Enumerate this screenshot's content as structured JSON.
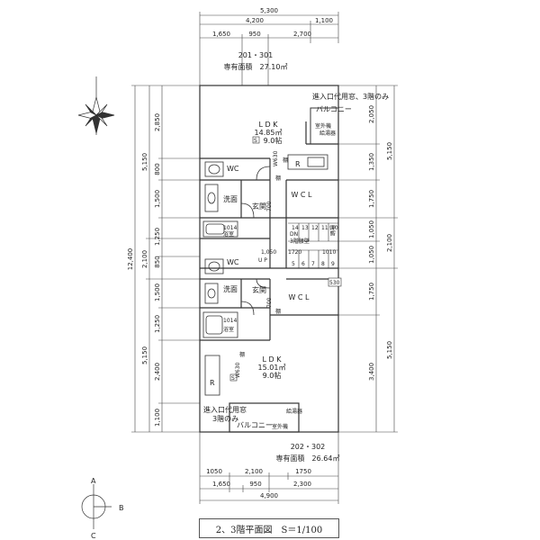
{
  "title": "2、3階平面図　S＝1/100",
  "compass": {
    "a": "A",
    "b": "B",
    "c": "C"
  },
  "dimensions": {
    "top_total": "5,300",
    "top_row2_a": "4,200",
    "top_row2_b": "1,100",
    "top_row3_a": "1,650",
    "top_row3_b": "950",
    "top_row3_c": "2,700",
    "bottom_row1_a": "1050",
    "bottom_row1_b": "2,100",
    "bottom_row1_c": "1750",
    "bottom_row2_a": "1,650",
    "bottom_row2_b": "950",
    "bottom_row2_c": "2,300",
    "bottom_total": "4,900",
    "left_total": "12,400",
    "left_upper": "5,150",
    "left_lower": "5,150",
    "left_inner": [
      "2,850",
      "800",
      "1,500",
      "1,250",
      "850",
      "1,500",
      "1,250",
      "2,400",
      "1,100"
    ],
    "left_mid": "2,100",
    "right_outer_upper": "5,150",
    "right_outer_mid": "2,100",
    "right_outer_lower": "5,150",
    "right_inner": [
      "2,050",
      "1,350",
      "1,750",
      "1,050",
      "1,050",
      "1,750",
      "3,400"
    ]
  },
  "unit_top": {
    "number": "201・301",
    "area": "専有面積　27.10㎡",
    "ldk": "L D K",
    "ldk_area": "14.85㎡",
    "ldk_tatami": "9.0帖",
    "s_mark": "S",
    "window_note": "進入口代用窓、3階のみ",
    "balcony": "バルコニー",
    "outdoor_unit": "室外機",
    "water_heater": "給湯器",
    "fridge": "R",
    "shelf": "棚",
    "sink": "W630",
    "wc": "WC",
    "wcl": "W C L",
    "washroom": "洗面",
    "entrance": "玄関",
    "entrance_dim": "700",
    "bath_size": "1014",
    "bath": "浴室"
  },
  "stairs": {
    "waist_wall": "3階腰壁",
    "dn": "DN",
    "up": "U P",
    "step_top": [
      "14",
      "13",
      "12",
      "11",
      "10"
    ],
    "step_bottom": [
      "5",
      "6",
      "7",
      "8",
      "9"
    ],
    "dim_left": "1,050",
    "dim_center": "1720",
    "dim_right": "1010",
    "side_note": "踊場"
  },
  "unit_bottom": {
    "wc": "WC",
    "washroom": "洗面",
    "entrance": "玄関",
    "entrance_dim": "700",
    "wcl": "W C L",
    "shelf": "棚",
    "bath_size": "1014",
    "bath": "浴室",
    "dim_530": "530",
    "ldk": "L D K",
    "ldk_area": "15.01㎡",
    "ldk_tatami": "9.0帖",
    "sink": "W630",
    "fridge": "R",
    "s_mark": "S",
    "window_note_1": "進入口代用窓",
    "window_note_2": "3階のみ",
    "balcony": "バルコニー",
    "outdoor_unit": "室外機",
    "water_heater": "給湯器",
    "number": "202・302",
    "area": "専有面積　26.64㎡"
  }
}
